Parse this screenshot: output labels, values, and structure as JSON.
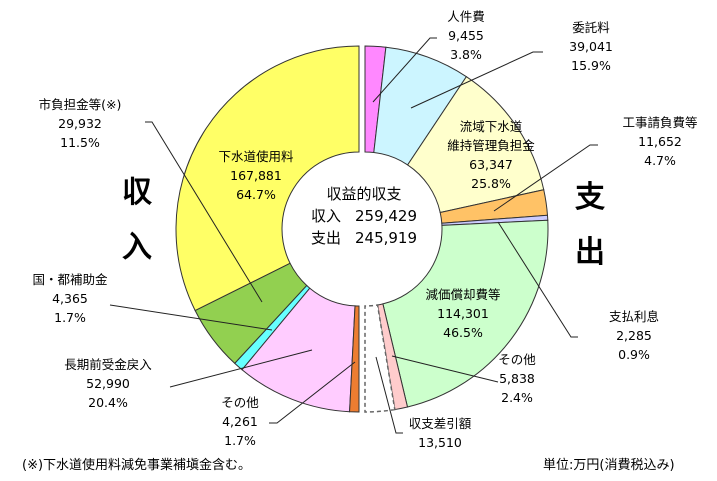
{
  "chart_data": {
    "type": "pie",
    "subtype": "donut-split",
    "title": "収益的収支",
    "center": {
      "title": "収益的収支",
      "income_label": "収入",
      "income_value": "259,429",
      "expense_label": "支出",
      "expense_value": "245,919"
    },
    "side_labels": {
      "income": [
        "収",
        "入"
      ],
      "expense": [
        "支",
        "出"
      ]
    },
    "unit": "単位:万円(消費税込み)",
    "footnote": "(※)下水道使用料減免事業補塡金含む。",
    "total_income": 259429,
    "total_expense": 245919,
    "income": [
      {
        "name": "下水道使用料",
        "value": 167881,
        "value_label": "167,881",
        "pct": "64.7%",
        "color": "#ffff66"
      },
      {
        "name": "市負担金等(※)",
        "value": 29932,
        "value_label": "29,932",
        "pct": "11.5%",
        "color": "#92d050"
      },
      {
        "name": "国・都補助金",
        "value": 4365,
        "value_label": "4,365",
        "pct": "1.7%",
        "color": "#66ffff"
      },
      {
        "name": "長期前受金戻入",
        "value": 52990,
        "value_label": "52,990",
        "pct": "20.4%",
        "color": "#ffccff"
      },
      {
        "name": "その他",
        "value": 4261,
        "value_label": "4,261",
        "pct": "1.7%",
        "color": "#ed7d31"
      }
    ],
    "expense": [
      {
        "name": "人件費",
        "value": 9455,
        "value_label": "9,455",
        "pct": "3.8%",
        "color": "#ff88ff"
      },
      {
        "name": "委託料",
        "value": 39041,
        "value_label": "39,041",
        "pct": "15.9%",
        "color": "#ccf5ff"
      },
      {
        "name": "流域下水道維持管理負担金",
        "value": 63347,
        "value_label": "63,347",
        "pct": "25.8%",
        "color": "#ffffcc"
      },
      {
        "name": "工事請負費等",
        "value": 11652,
        "value_label": "11,652",
        "pct": "4.7%",
        "color": "#ffc266"
      },
      {
        "name": "支払利息",
        "value": 2285,
        "value_label": "2,285",
        "pct": "0.9%",
        "color": "#ccccff"
      },
      {
        "name": "減価償却費等",
        "value": 114301,
        "value_label": "114,301",
        "pct": "46.5%",
        "color": "#ccffcc"
      },
      {
        "name": "その他",
        "value": 5838,
        "value_label": "5,838",
        "pct": "2.4%",
        "color": "#ffcccc"
      },
      {
        "name": "収支差引額",
        "value": 13510,
        "value_label": "13,510",
        "pct": "",
        "color": "#ffffff",
        "dashed": true
      }
    ]
  },
  "labels": {
    "income": [
      {
        "lines": [
          "下水道使用料",
          "167,881",
          "64.7%"
        ]
      },
      {
        "lines": [
          "市負担金等(※)",
          "29,932",
          "11.5%"
        ]
      },
      {
        "lines": [
          "国・都補助金",
          "4,365",
          "1.7%"
        ]
      },
      {
        "lines": [
          "長期前受金戻入",
          "52,990",
          "20.4%"
        ]
      },
      {
        "lines": [
          "その他",
          "4,261",
          "1.7%"
        ]
      }
    ],
    "expense": [
      {
        "lines": [
          "人件費",
          "9,455",
          "3.8%"
        ]
      },
      {
        "lines": [
          "委託料",
          "39,041",
          "15.9%"
        ]
      },
      {
        "lines": [
          "流域下水道",
          "維持管理負担金",
          "63,347",
          "25.8%"
        ]
      },
      {
        "lines": [
          "工事請負費等",
          "11,652",
          "4.7%"
        ]
      },
      {
        "lines": [
          "支払利息",
          "2,285",
          "0.9%"
        ]
      },
      {
        "lines": [
          "減価償却費等",
          "114,301",
          "46.5%"
        ]
      },
      {
        "lines": [
          "その他",
          "5,838",
          "2.4%"
        ]
      },
      {
        "lines": [
          "収支差引額",
          "13,510"
        ]
      }
    ]
  }
}
